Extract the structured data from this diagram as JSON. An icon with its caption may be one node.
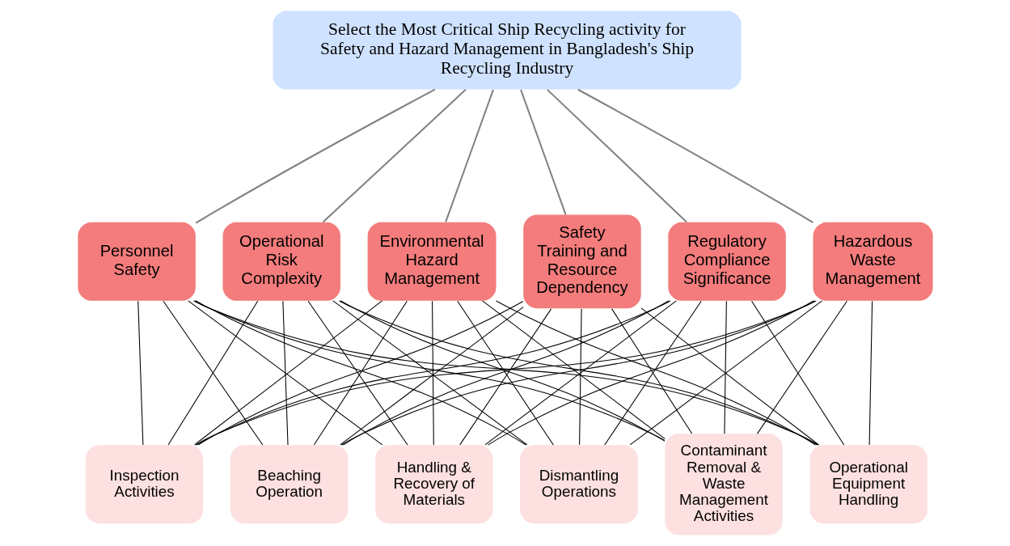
{
  "diagram": {
    "nodes": [
      {
        "text": [
          "Select the Most Critical Ship Recycling activity for Safety and Hazard Management in Bangladesh's Ship Recycling Industry"
        ]
      },
      {
        "text": [
          "Personnel Safety"
        ]
      },
      {
        "text": [
          "Operational Risk Complexity"
        ]
      },
      {
        "text": [
          "Environmental Hazard Management"
        ]
      },
      {
        "text": [
          "Safety Training and Resource Dependency"
        ]
      },
      {
        "text": [
          "Regulatory Compliance Significance"
        ]
      },
      {
        "text": [
          "Hazardous Waste Management"
        ]
      },
      {
        "text": [
          "Inspection Activities"
        ]
      },
      {
        "text": [
          "Beaching Operation"
        ]
      },
      {
        "text": [
          "Handling & Recovery of Materials"
        ]
      },
      {
        "text": [
          "Dismantling Operations"
        ]
      },
      {
        "text": [
          "Contaminant Removal & Waste Management Activities"
        ]
      },
      {
        "text": [
          "Operational Equipment Handling"
        ]
      }
    ],
    "edges": [
      {
        "from": 0,
        "to": 1,
        "arrow": "none",
        "color": "#808080"
      },
      {
        "from": 0,
        "to": 2,
        "arrow": "none",
        "color": "#808080"
      },
      {
        "from": 0,
        "to": 3,
        "arrow": "none",
        "color": "#808080"
      },
      {
        "from": 0,
        "to": 4,
        "arrow": "none",
        "color": "#808080"
      },
      {
        "from": 0,
        "to": 5,
        "arrow": "none",
        "color": "#808080"
      },
      {
        "from": 0,
        "to": 6,
        "arrow": "none",
        "color": "#808080"
      },
      {
        "from": 1,
        "to": 7,
        "arrow": "none"
      },
      {
        "from": 1,
        "to": 8,
        "arrow": "none"
      },
      {
        "from": 1,
        "to": 9,
        "arrow": "none"
      },
      {
        "from": 1,
        "to": 10,
        "arrow": "none"
      },
      {
        "from": 1,
        "to": 11,
        "arrow": "none"
      },
      {
        "from": 1,
        "to": 12,
        "arrow": "none"
      },
      {
        "from": 2,
        "to": 7,
        "arrow": "none"
      },
      {
        "from": 2,
        "to": 8,
        "arrow": "none"
      },
      {
        "from": 2,
        "to": 9,
        "arrow": "none"
      },
      {
        "from": 2,
        "to": 10,
        "arrow": "none"
      },
      {
        "from": 2,
        "to": 11,
        "arrow": "none"
      },
      {
        "from": 2,
        "to": 12,
        "arrow": "none"
      },
      {
        "from": 3,
        "to": 7,
        "arrow": "none"
      },
      {
        "from": 3,
        "to": 8,
        "arrow": "none"
      },
      {
        "from": 3,
        "to": 9,
        "arrow": "none"
      },
      {
        "from": 3,
        "to": 10,
        "arrow": "none"
      },
      {
        "from": 3,
        "to": 11,
        "arrow": "none"
      },
      {
        "from": 3,
        "to": 12,
        "arrow": "none"
      },
      {
        "from": 4,
        "to": 7,
        "arrow": "none"
      },
      {
        "from": 4,
        "to": 8,
        "arrow": "none"
      },
      {
        "from": 4,
        "to": 9,
        "arrow": "none"
      },
      {
        "from": 4,
        "to": 10,
        "arrow": "none"
      },
      {
        "from": 4,
        "to": 11,
        "arrow": "none"
      },
      {
        "from": 4,
        "to": 12,
        "arrow": "none"
      },
      {
        "from": 5,
        "to": 7,
        "arrow": "none"
      },
      {
        "from": 5,
        "to": 8,
        "arrow": "none"
      },
      {
        "from": 5,
        "to": 9,
        "arrow": "none"
      },
      {
        "from": 5,
        "to": 10,
        "arrow": "none"
      },
      {
        "from": 5,
        "to": 11,
        "arrow": "none"
      },
      {
        "from": 5,
        "to": 12,
        "arrow": "none"
      },
      {
        "from": 6,
        "to": 7,
        "arrow": "none"
      },
      {
        "from": 6,
        "to": 8,
        "arrow": "none"
      },
      {
        "from": 6,
        "to": 9,
        "arrow": "none"
      },
      {
        "from": 6,
        "to": 10,
        "arrow": "none"
      },
      {
        "from": 6,
        "to": 11,
        "arrow": "none"
      },
      {
        "from": 6,
        "to": 12,
        "arrow": "none"
      }
    ]
  }
}
